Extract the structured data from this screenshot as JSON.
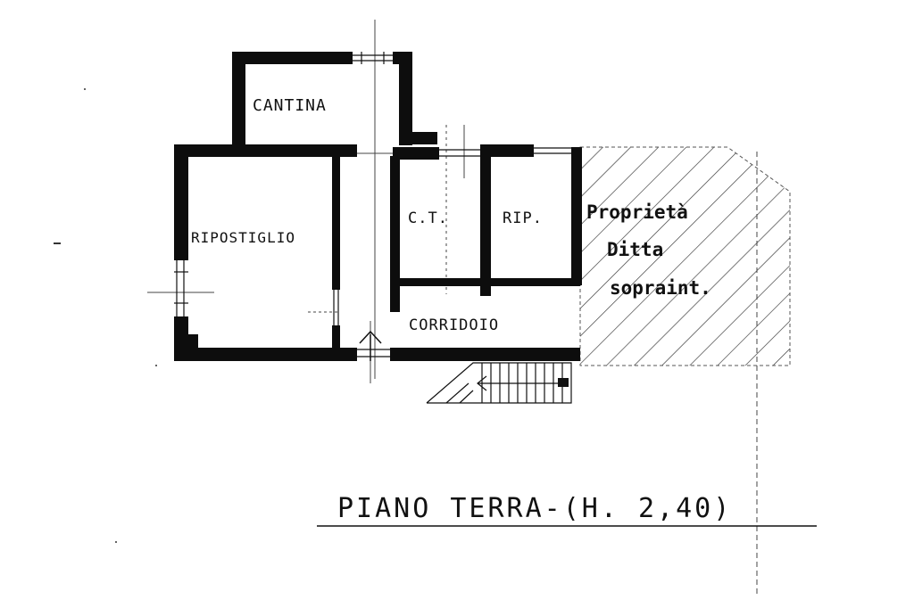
{
  "rooms": {
    "cantina": "CANTINA",
    "ripostiglio": "RIPOSTIGLIO",
    "ct": "C.T.",
    "rip": "RIP.",
    "corridoio": "CORRIDOIO"
  },
  "neighbor_property": {
    "line1": "Proprietà",
    "line2": "Ditta",
    "line3": "sopraint."
  },
  "plan_title": "PIANO TERRA-(H. 2,40)"
}
